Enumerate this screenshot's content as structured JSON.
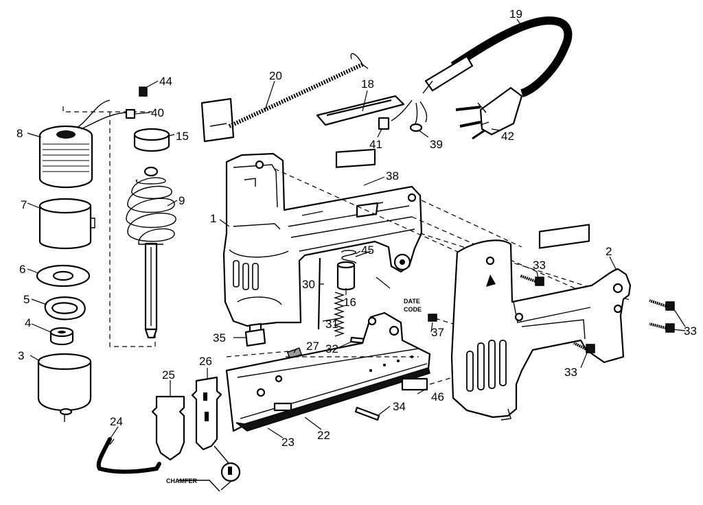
{
  "labels": {
    "p1": "1",
    "p2": "2",
    "p3": "3",
    "p4": "4",
    "p5": "5",
    "p6": "6",
    "p7": "7",
    "p8": "8",
    "p9": "9",
    "p15": "15",
    "p16": "16",
    "p18": "18",
    "p19": "19",
    "p20": "20",
    "p22": "22",
    "p23": "23",
    "p24": "24",
    "p25": "25",
    "p26": "26",
    "p27": "27",
    "p30": "30",
    "p31": "31",
    "p32": "32",
    "p33a": "33",
    "p33b": "33",
    "p33c": "33",
    "p34": "34",
    "p35": "35",
    "p37": "37",
    "p38": "38",
    "p39": "39",
    "p40": "40",
    "p41": "41",
    "p42": "42",
    "p44": "44",
    "p45": "45",
    "p46": "46",
    "date": "DATE",
    "code": "CODE",
    "chamfer": "CHAMFER"
  }
}
